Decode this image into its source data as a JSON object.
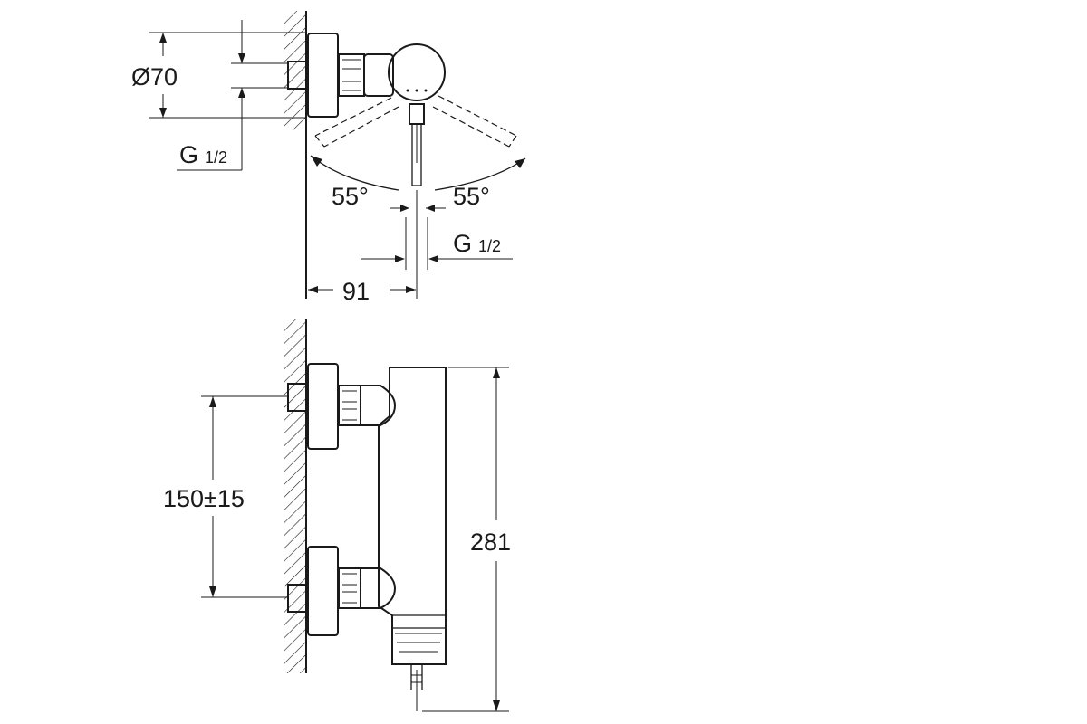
{
  "labels": {
    "diameter": "Ø70",
    "thread_top_left_main": "G",
    "thread_top_left_frac": "1/2",
    "angle_left": "55°",
    "angle_right": "55°",
    "thread_outlet_main": "G",
    "thread_outlet_frac": "1/2",
    "depth": "91",
    "center_distance": "150±15",
    "height": "281"
  },
  "colors": {
    "line": "#1a1a1a",
    "background": "#ffffff"
  }
}
